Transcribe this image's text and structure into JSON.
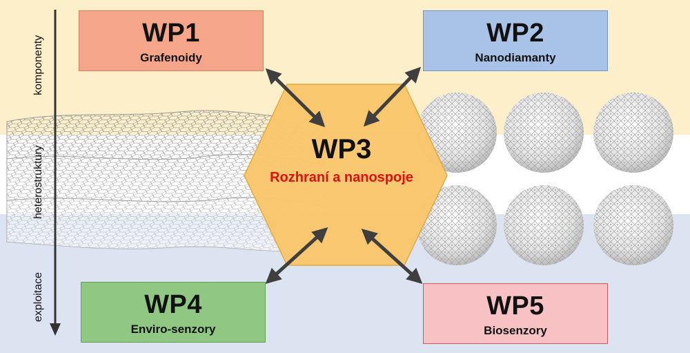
{
  "axis": {
    "labels": [
      "komponenty",
      "heterostruktury",
      "exploitace"
    ]
  },
  "center": {
    "title": "WP3",
    "subtitle": "Rozhraní a nanospoje"
  },
  "packages": [
    {
      "id": "WP1",
      "subtitle": "Grafenoidy"
    },
    {
      "id": "WP2",
      "subtitle": "Nanodiamanty"
    },
    {
      "id": "WP4",
      "subtitle": "Enviro-senzory"
    },
    {
      "id": "WP5",
      "subtitle": "Biosenzory"
    }
  ],
  "colors": {
    "band_top": "#fcefc9",
    "band_bottom": "#dce3f1",
    "wp1": "#f5a68a",
    "wp2": "#a9c3e8",
    "wp3": "#f9c76c",
    "wp4": "#90c883",
    "wp5": "#f8c2c4",
    "subtitle_red": "#e01010",
    "arrow": "#3f3f3f"
  },
  "icons": [
    "graphene-sheet-icon",
    "nanodiamond-cluster-icon",
    "double-arrow-icon",
    "down-arrow-icon"
  ]
}
